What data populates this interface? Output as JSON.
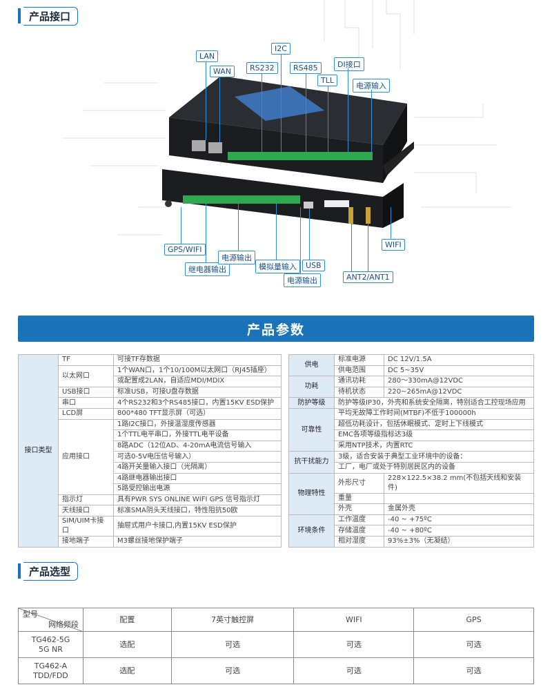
{
  "section1": {
    "title": "产品接口"
  },
  "section2": {
    "title": "产品选型"
  },
  "banner": {
    "title": "产品参数"
  },
  "callouts": {
    "lan": "LAN",
    "wan": "WAN",
    "i2c": "I2C",
    "rs232": "RS232",
    "rs485": "RS485",
    "di": "DI接口",
    "tll": "TLL",
    "power_in": "电源输入",
    "gps_wifi": "GPS/WIFI",
    "relay_out": "继电器输出",
    "power_out1": "电源输出",
    "analog_in": "模拟量输入",
    "usb": "USB",
    "power_out2": "电源输出",
    "ant": "ANT2/ANT1",
    "wifi": "WIFI"
  },
  "spec_left": {
    "group_label": "接口类型",
    "rows": [
      {
        "name": "TF",
        "value": "可接TF存数据"
      },
      {
        "name": "以太网口",
        "value": "1个WAN口，1个10/100M以太网口（RJ45插座）",
        "value2": "或配置成2LAN，自适应MDI/MDIX"
      },
      {
        "name": "USB接口",
        "value": "标准USB，可接U盘存数据"
      },
      {
        "name": "串口",
        "value": "4个RS232和3个RS485接口，内置15KV ESD保护"
      },
      {
        "name": "LCD屏",
        "value": "800*480 TFT显示屏（可选）"
      },
      {
        "name": "应用接口",
        "values": [
          "1路I2C接口，外接温湿度传感器",
          "1个TTL电平串口，外接TTL电平设备",
          "8路ADC（12位AD、4-20mA电流信号输入",
          "可选0-5V电压信号输入）",
          "4路开关量输入接口（光隔离）",
          "4路继电器输出接口",
          "5路受控输出电源"
        ]
      },
      {
        "name": "指示灯",
        "value": "具有PWR SYS ONLINE WIFI GPS 信号指示灯"
      },
      {
        "name": "天线接口",
        "value": "标准SMA阴头天线接口，特性阻抗50欧"
      },
      {
        "name": "SIM/UIM卡接口",
        "value": "抽屉式用户卡接口,内置15KV ESD保护"
      },
      {
        "name": "接地端子",
        "value": "M3螺丝接地保护端子"
      }
    ]
  },
  "spec_right": {
    "power_supply": {
      "label": "供电",
      "rows": [
        {
          "name": "标准电源",
          "value": "DC 12V/1.5A"
        },
        {
          "name": "供电范围",
          "value": "DC 5~35V"
        }
      ]
    },
    "power_consumption": {
      "label": "功耗",
      "rows": [
        {
          "name": "通讯功耗",
          "value": "280～330mA@12VDC"
        },
        {
          "name": "待机状态",
          "value": "220~265mA@12VDC"
        }
      ]
    },
    "protection": {
      "label": "防护等级",
      "value": "防护等级IP30，外壳和系统安全隔离，特别适合工控现场应用"
    },
    "reliability": {
      "label": "可靠性",
      "values": [
        "平均无故障工作时间(MTBF)不低于100000h",
        "超低功耗设计，包括休眠模式、定时上下线模式",
        "EMC各项等级指标达3级",
        "采用NTP技术，内置RTC"
      ]
    },
    "anti_jam": {
      "label": "抗干扰能力",
      "values": [
        "3级，适合安装于典型工业环境中的设备：",
        "工厂，电厂或处于特别居民区内的设备"
      ]
    },
    "physical": {
      "label": "物理特性",
      "rows": [
        {
          "name": "外形尺寸",
          "value": "228×122.5×38.2 mm(不包括天线和安装件)"
        },
        {
          "name": "重量",
          "value": ""
        },
        {
          "name": "外壳",
          "value": "金属外壳"
        }
      ]
    },
    "environment": {
      "label": "环境条件",
      "rows": [
        {
          "name": "工作温度",
          "value": "-40 ~ +75ºC"
        },
        {
          "name": "存储温度",
          "value": "-40 ~ +80ºC"
        },
        {
          "name": "相对湿度",
          "value": "93%±3%（无凝结）"
        }
      ]
    }
  },
  "model_table": {
    "corner_top": "型号",
    "corner_bottom": "网络频段",
    "headers": [
      "配置",
      "7英寸触控屏",
      "WIFI",
      "GPS"
    ],
    "rows": [
      {
        "model": "TG462-5G",
        "band": "5G NR",
        "cells": [
          "选配",
          "可选",
          "可选",
          "可选"
        ]
      },
      {
        "model": "TG462-A",
        "band": "TDD/FDD",
        "cells": [
          "选配",
          "可选",
          "可选",
          "可选"
        ]
      }
    ]
  }
}
